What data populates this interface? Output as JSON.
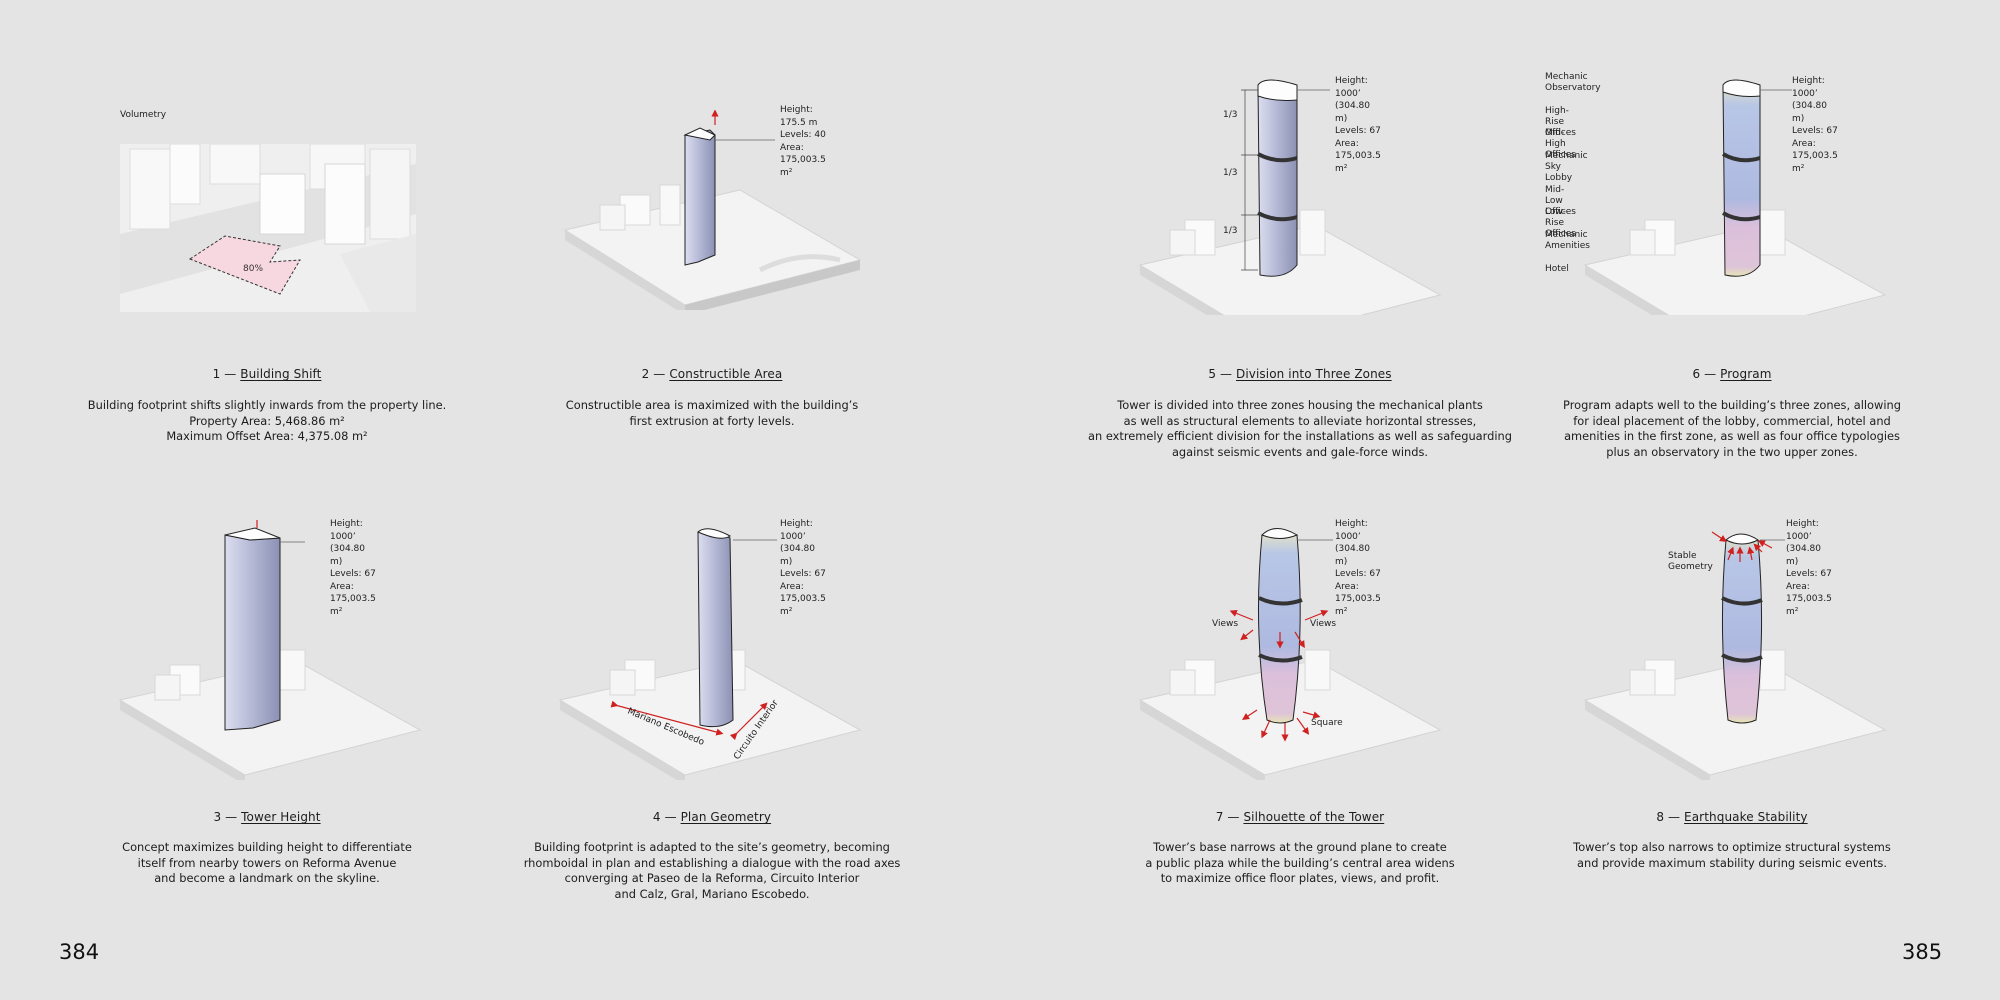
{
  "page_numbers": {
    "left": "384",
    "right": "385"
  },
  "panels": {
    "p1": {
      "heading": "Volumetry",
      "number": "1 —",
      "title": "Building Shift",
      "body": "Building footprint shifts slightly inwards from the property line.\nProperty Area: 5,468.86 m²\nMaximum Offset Area: 4,375.08 m²",
      "percent": "80%"
    },
    "p2": {
      "number": "2 —",
      "title": "Constructible Area",
      "body": "Constructible area is maximized with the building’s\nfirst extrusion at forty levels.",
      "spec": "Height: 175.5 m\nLevels: 40\nArea: 175,003.5 m²"
    },
    "p3": {
      "number": "3 —",
      "title": "Tower Height",
      "body": "Concept maximizes building height to differentiate\nitself from nearby towers on Reforma Avenue\nand become a landmark on the skyline.",
      "spec": "Height: 1000’ (304.80 m)\nLevels: 67\nArea: 175,003.5 m²"
    },
    "p4": {
      "number": "4 —",
      "title": "Plan Geometry",
      "body": "Building footprint is adapted to the site’s geometry, becoming\nrhomboidal in plan and establishing a dialogue with the road axes\nconverging at Paseo de la Reforma, Circuito Interior\nand Calz, Gral, Mariano Escobedo.",
      "spec": "Height: 1000’ (304.80 m)\nLevels: 67\nArea: 175,003.5 m²",
      "road_a": "Mariano Escobedo",
      "road_b": "Circuito Interior"
    },
    "p5": {
      "number": "5 —",
      "title": "Division into Three Zones",
      "body": "Tower is divided into three zones housing the mechanical plants\nas well as structural elements to alleviate horizontal stresses,\nan extremely efficient division for the installations as well as safeguarding\nagainst seismic events and gale-force winds.",
      "spec": "Height: 1000’ (304.80 m)\nLevels: 67\nArea: 175,003.5 m²",
      "fractions": [
        "1/3",
        "1/3",
        "1/3"
      ]
    },
    "p6": {
      "number": "6 —",
      "title": "Program",
      "body": "Program adapts well to the building’s three zones, allowing\nfor ideal placement of the lobby, commercial, hotel and\namenities in the first zone, as well as four office typologies\nplus an observatory in the two upper zones.",
      "spec": "Height: 1000’ (304.80 m)\nLevels: 67\nArea: 175,003.5 m²",
      "program": [
        "Mechanic\nObservatory",
        "High-Rise Offices",
        "Mid-High Offices",
        "Mechanic\nSky Lobby",
        "Mid-Low Offices",
        "Low-Rise Offices",
        "Mechanic\nAmenities",
        "Hotel"
      ]
    },
    "p7": {
      "number": "7 —",
      "title": "Silhouette of the Tower",
      "body": "Tower’s base narrows at the ground plane to create\na public plaza while the building’s central area widens\nto maximize office floor plates, views, and profit.",
      "spec": "Height: 1000’ (304.80 m)\nLevels: 67\nArea: 175,003.5 m²",
      "views_left": "Views",
      "views_right": "Views",
      "square": "Square"
    },
    "p8": {
      "number": "8 —",
      "title": "Earthquake Stability",
      "body": "Tower’s top also narrows to optimize structural systems\nand provide maximum stability during seismic events.",
      "spec": "Height: 1000’ (304.80 m)\nLevels: 67\nArea: 175,003.5 m²",
      "stable": "Stable\nGeometry"
    }
  },
  "colors": {
    "background": "#e4e4e4",
    "site": "#f3f3f3",
    "tower": "#b9bdd6",
    "zone_blue": "#b5c2e3",
    "zone_pink": "#e2c3d9",
    "zone_yellow": "#e9e6b8",
    "arrow": "#d02020"
  }
}
